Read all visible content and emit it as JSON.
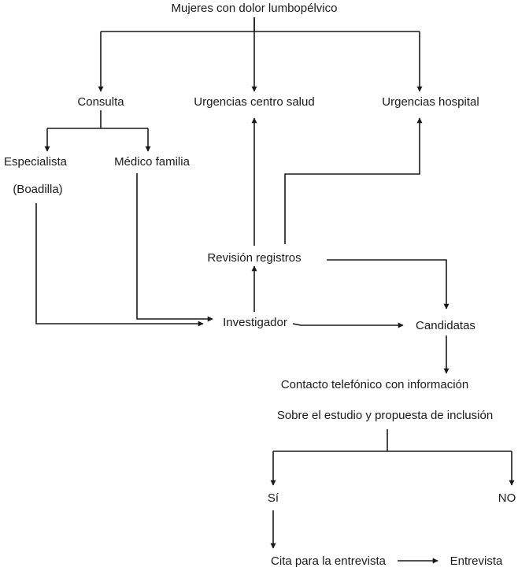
{
  "nodes": {
    "root": "Mujeres con dolor lumbopélvico",
    "consulta": "Consulta",
    "urgencias_centro": "Urgencias centro salud",
    "urgencias_hospital": "Urgencias hospital",
    "especialista": "Especialista",
    "boadilla": "(Boadilla)",
    "medico_familia": "Médico familia",
    "revision": "Revisión registros",
    "investigador": "Investigador",
    "candidatas": "Candidatas",
    "contacto": "Contacto telefónico con información",
    "sobre": "Sobre el estudio y propuesta de inclusión",
    "si": "Sí",
    "no": "NO",
    "cita": "Cita para la entrevista",
    "entrevista": "Entrevista"
  },
  "colors": {
    "line": "#1a1a1a",
    "text": "#1a1a1a",
    "background": "#ffffff"
  }
}
